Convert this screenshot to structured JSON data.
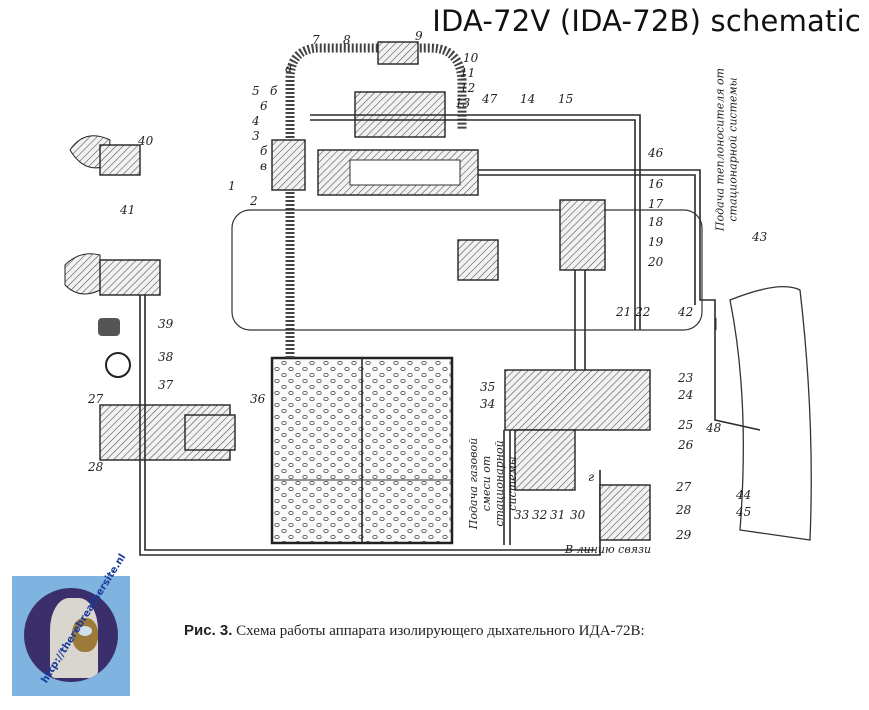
{
  "title": "IDA-72V (IDA-72B) schematic",
  "caption": {
    "prefix": "Рис. 3.",
    "text": "Схема работы аппарата изолирующего дыхательного ИДА-72В:"
  },
  "logo": {
    "url_text": "http://therebreathersite.nl"
  },
  "annotations": {
    "coolant_supply": "Подача теплоносителя от стационарной системы",
    "gas_supply": "Подача газовой смеси от стационарной системы",
    "comm_line": "В линию связи"
  },
  "labels": {
    "n1": "1",
    "n2": "2",
    "n3": "3",
    "n4": "4",
    "n5": "5",
    "n6": "6",
    "n7": "7",
    "n8": "8",
    "n9": "9",
    "n10": "10",
    "n11": "11",
    "n12": "12",
    "n13": "13",
    "n14": "14",
    "n15": "15",
    "n16": "16",
    "n17": "17",
    "n18": "18",
    "n19": "19",
    "n20": "20",
    "n21_22": "21 22",
    "n23": "23",
    "n24": "24",
    "n25": "25",
    "n26": "26",
    "n27a": "27",
    "n28a": "28",
    "n29": "29",
    "n30": "30",
    "n31": "31",
    "n32": "32",
    "n33": "33",
    "n34": "34",
    "n35": "35",
    "n36": "36",
    "n37": "37",
    "n38": "38",
    "n39": "39",
    "n40": "40",
    "n41": "41",
    "n42": "42",
    "n43": "43",
    "n44": "44",
    "n45": "45",
    "n46": "46",
    "n47": "47",
    "n48": "48",
    "n27b": "27",
    "n28b": "28",
    "la": "а",
    "lb1": "б",
    "lb2": "б",
    "lv": "в",
    "lg": "г"
  }
}
